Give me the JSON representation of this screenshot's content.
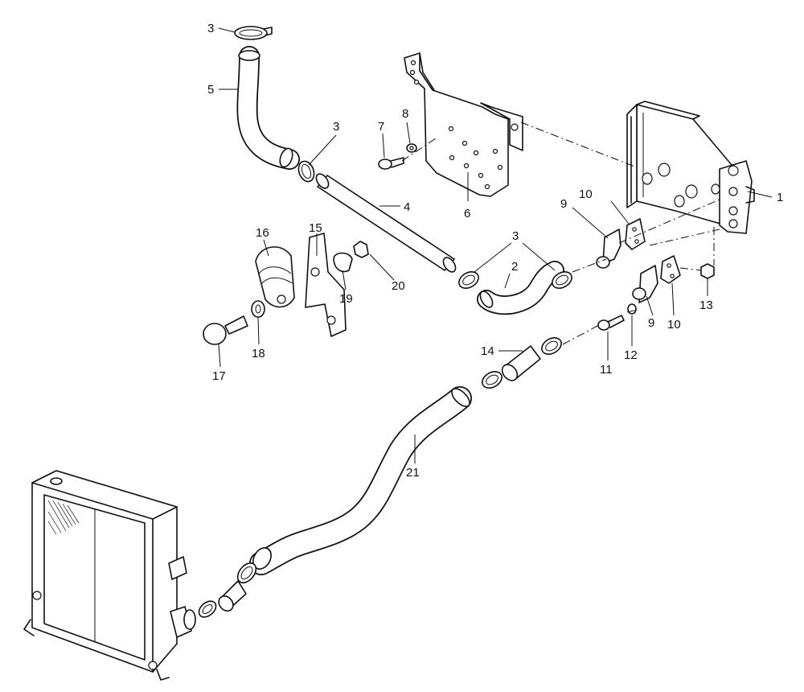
{
  "callouts": [
    {
      "id": "c1",
      "text": "1"
    },
    {
      "id": "c2",
      "text": "2"
    },
    {
      "id": "c3a",
      "text": "3"
    },
    {
      "id": "c3b",
      "text": "3"
    },
    {
      "id": "c3c",
      "text": "3"
    },
    {
      "id": "c4",
      "text": "4"
    },
    {
      "id": "c5",
      "text": "5"
    },
    {
      "id": "c6",
      "text": "6"
    },
    {
      "id": "c7",
      "text": "7"
    },
    {
      "id": "c8",
      "text": "8"
    },
    {
      "id": "c9a",
      "text": "9"
    },
    {
      "id": "c9b",
      "text": "9"
    },
    {
      "id": "c10a",
      "text": "10"
    },
    {
      "id": "c10b",
      "text": "10"
    },
    {
      "id": "c11",
      "text": "11"
    },
    {
      "id": "c12",
      "text": "12"
    },
    {
      "id": "c13",
      "text": "13"
    },
    {
      "id": "c14",
      "text": "14"
    },
    {
      "id": "c15",
      "text": "15"
    },
    {
      "id": "c16",
      "text": "16"
    },
    {
      "id": "c17",
      "text": "17"
    },
    {
      "id": "c18",
      "text": "18"
    },
    {
      "id": "c19",
      "text": "19"
    },
    {
      "id": "c20",
      "text": "20"
    },
    {
      "id": "c21",
      "text": "21"
    }
  ],
  "colors": {
    "line": "#111111",
    "background": "#ffffff"
  }
}
